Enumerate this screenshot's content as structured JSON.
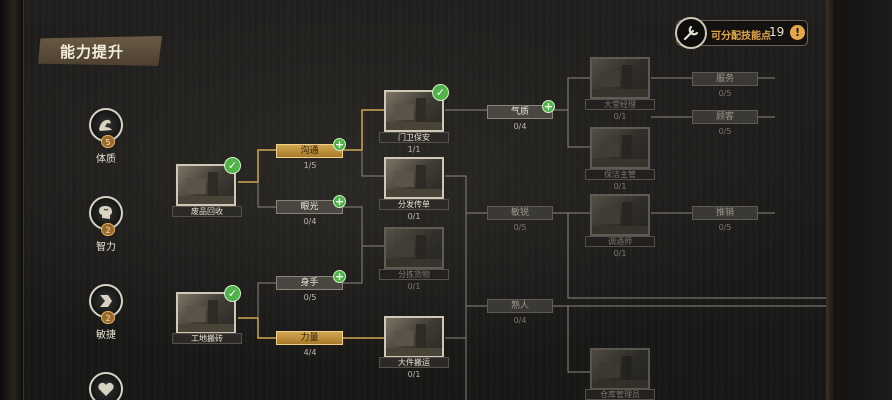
{
  "title": "能力提升",
  "skill_points": {
    "label": "可分配技能点",
    "value": "19",
    "help": "!"
  },
  "attributes": [
    {
      "label": "体质",
      "level": "5",
      "icon": "arm-icon"
    },
    {
      "label": "智力",
      "level": "2",
      "icon": "brain-icon"
    },
    {
      "label": "敏捷",
      "level": "2",
      "icon": "speed-icon"
    },
    {
      "label": "",
      "level": "",
      "icon": "heart-icon"
    }
  ],
  "skills": {
    "waste_recycle": {
      "name": "废品回收"
    },
    "site_bricks": {
      "name": "工地搬砖"
    },
    "door_guard": {
      "name": "门卫保安",
      "count": "1/1"
    },
    "flyers": {
      "name": "分发传单",
      "count": "0/1"
    },
    "skill_c": {
      "name": "分拣货物",
      "count": "0/1"
    },
    "big_cargo": {
      "name": "大件搬运",
      "count": "0/1"
    },
    "col4_top": {
      "name": "大堂经理",
      "count": "0/1"
    },
    "col4_mid": {
      "name": "保洁主管",
      "count": "0/1"
    },
    "col4_low": {
      "name": "调酒师",
      "count": "0/1"
    },
    "col4_bottom": {
      "name": "仓库管理员",
      "count": ""
    }
  },
  "traits": {
    "communicate": {
      "name": "沟通",
      "count": "1/5"
    },
    "eyesight": {
      "name": "眼光",
      "count": "0/4"
    },
    "agility": {
      "name": "身手",
      "count": "0/5"
    },
    "strength": {
      "name": "力量",
      "count": "4/4"
    },
    "temperament": {
      "name": "气质",
      "count": "0/4"
    },
    "keen": {
      "name": "敏锐",
      "count": "0/5"
    },
    "acquaint": {
      "name": "熟人",
      "count": "0/4"
    },
    "service": {
      "name": "服务",
      "count": "0/5"
    },
    "guest": {
      "name": "顾客",
      "count": "0/5"
    },
    "promote": {
      "name": "推销",
      "count": "0/5"
    }
  }
}
